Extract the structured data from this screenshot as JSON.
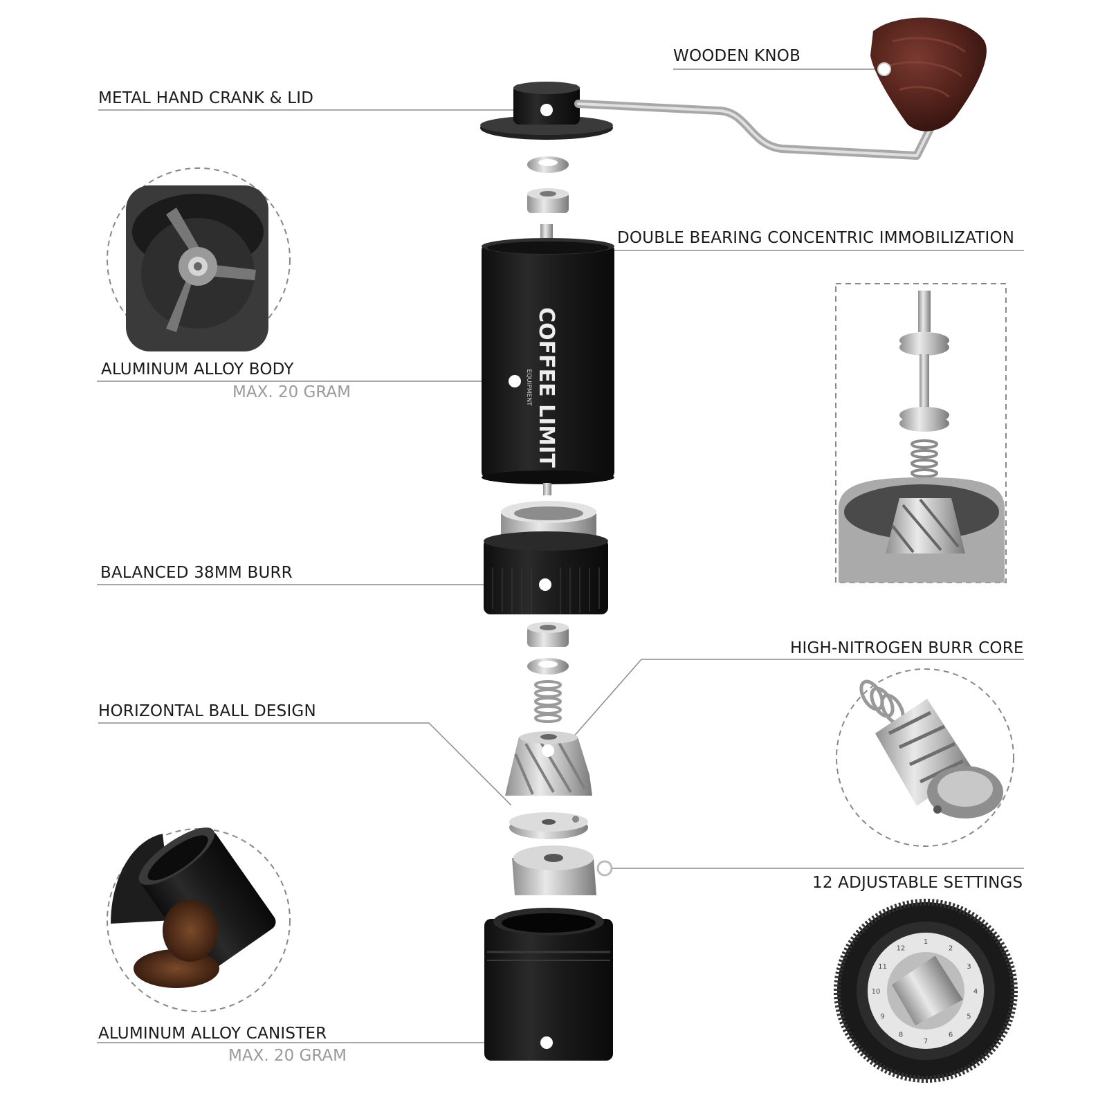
{
  "brand": {
    "name": "COFFEE LIMIT",
    "tagline": "EQUIPMENT"
  },
  "labels": {
    "wooden_knob": "WOODEN KNOB",
    "crank_lid": "METAL HAND  CRANK & LID",
    "double_bearing": "DOUBLE BEARING CONCENTRIC IMMOBILIZATION",
    "body": "ALUMINUM ALLOY BODY",
    "body_capacity": "MAX. 20 GRAM",
    "burr": "BALANCED 38MM BURR",
    "burr_core": "HIGH-NITROGEN BURR CORE",
    "ball_design": "HORIZONTAL BALL DESIGN",
    "settings": "12 ADJUSTABLE SETTINGS",
    "canister": "ALUMINUM ALLOY  CANISTER",
    "canister_capacity": "MAX. 20 GRAM"
  },
  "dial_numbers": [
    "1",
    "2",
    "3",
    "4",
    "5",
    "6",
    "7",
    "8",
    "9",
    "10",
    "11",
    "12"
  ],
  "colors": {
    "line": "#8a8a8a",
    "body_black": "#1c1c1c",
    "steel": "#c9c9c9",
    "wood": "#5a2a22"
  }
}
